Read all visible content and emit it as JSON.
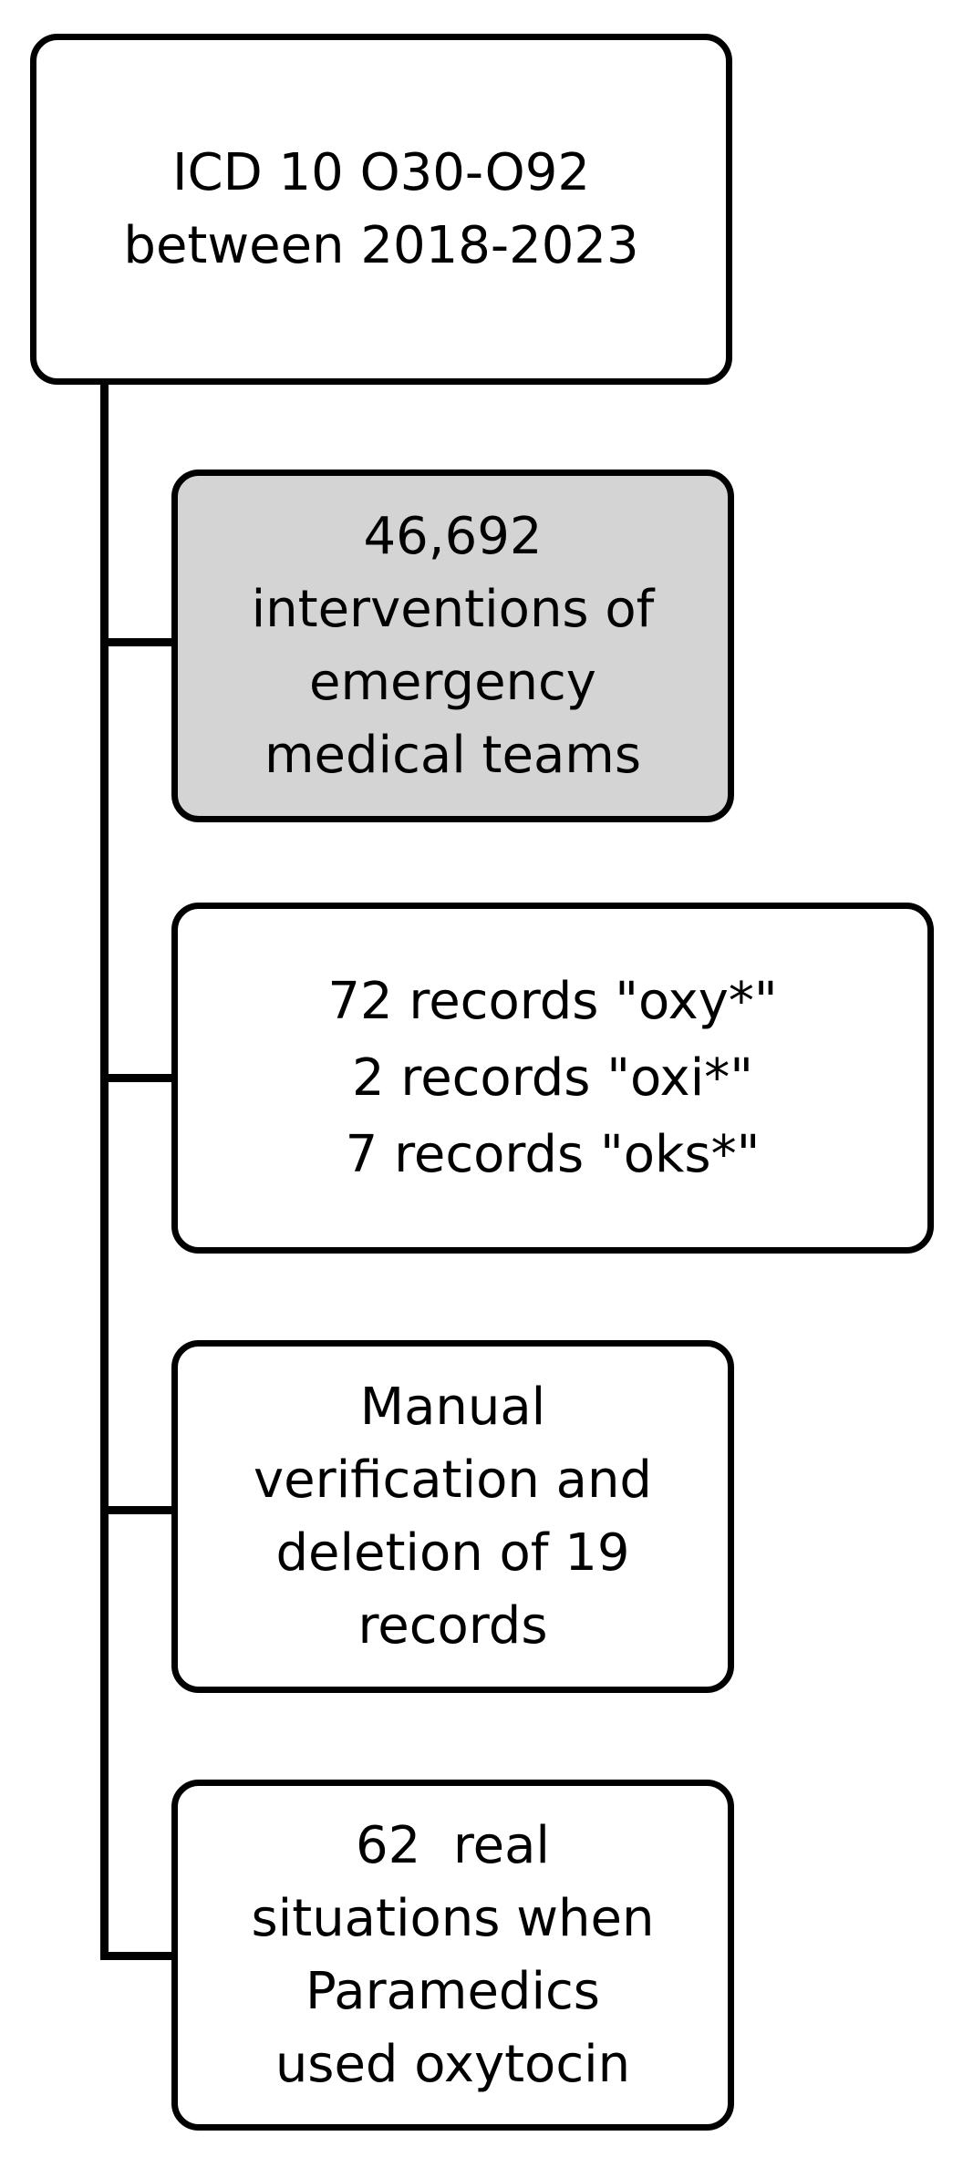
{
  "boxes": {
    "top": {
      "lines": [
        "ICD 10 O30-O92",
        "between 2018-2023"
      ]
    },
    "interventions": {
      "lines": [
        "46,692",
        "interventions of",
        "emergency",
        "medical teams"
      ]
    },
    "records": {
      "lines": [
        "72 records \"oxy*\"",
        "2 records \"oxi*\"",
        "7 records \"oks*\""
      ]
    },
    "verification": {
      "lines": [
        "Manual",
        "verification and",
        "deletion of 19",
        "records"
      ]
    },
    "situations": {
      "lines": [
        "62  real",
        "situations when",
        "Paramedics",
        "used oxytocin"
      ]
    }
  },
  "colors": {
    "line": "#000000",
    "box_fill": "#ffffff",
    "highlight_fill": "#d4d4d4"
  }
}
